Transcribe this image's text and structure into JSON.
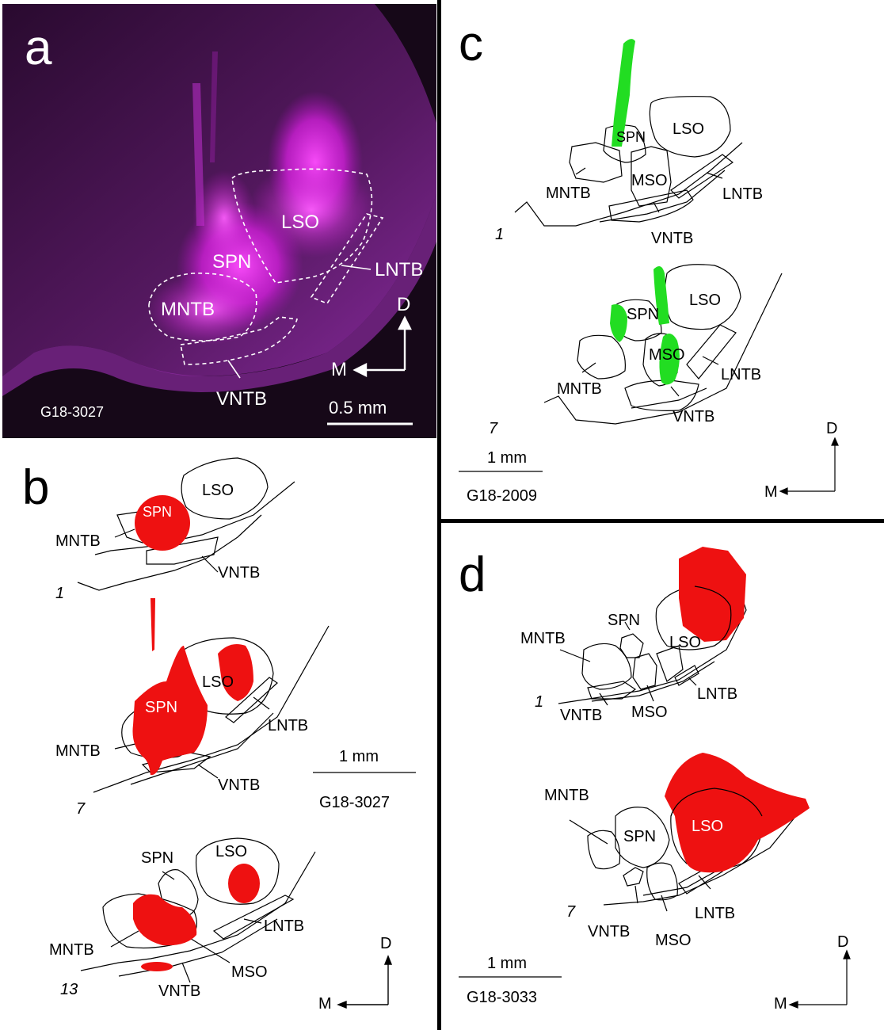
{
  "panels": {
    "a": {
      "letter": "a",
      "specimen": "G18-3027",
      "scale": "0.5 mm",
      "labels": {
        "lso": "LSO",
        "spn": "SPN",
        "mntb": "MNTB",
        "lntb": "LNTB",
        "vntb": "VNTB"
      },
      "orient": {
        "d": "D",
        "m": "M"
      }
    },
    "b": {
      "letter": "b",
      "specimen": "G18-3027",
      "scale": "1 mm",
      "sections": [
        {
          "num": "1",
          "labels": {
            "lso": "LSO",
            "spn": "SPN",
            "mntb": "MNTB",
            "vntb": "VNTB"
          }
        },
        {
          "num": "7",
          "labels": {
            "lso": "LSO",
            "spn": "SPN",
            "mntb": "MNTB",
            "lntb": "LNTB",
            "vntb": "VNTB"
          }
        },
        {
          "num": "13",
          "labels": {
            "lso": "LSO",
            "spn": "SPN",
            "mntb": "MNTB",
            "lntb": "LNTB",
            "vntb": "VNTB",
            "mso": "MSO"
          }
        }
      ],
      "orient": {
        "d": "D",
        "m": "M"
      }
    },
    "c": {
      "letter": "c",
      "specimen": "G18-2009",
      "scale": "1 mm",
      "sections": [
        {
          "num": "1",
          "labels": {
            "lso": "LSO",
            "spn": "SPN",
            "mntb": "MNTB",
            "mso": "MSO",
            "lntb": "LNTB",
            "vntb": "VNTB"
          }
        },
        {
          "num": "7",
          "labels": {
            "lso": "LSO",
            "spn": "SPN",
            "mntb": "MNTB",
            "mso": "MSO",
            "lntb": "LNTB",
            "vntb": "VNTB"
          }
        }
      ],
      "orient": {
        "d": "D",
        "m": "M"
      }
    },
    "d": {
      "letter": "d",
      "specimen": "G18-3033",
      "scale": "1 mm",
      "sections": [
        {
          "num": "1",
          "labels": {
            "spn": "SPN",
            "lso": "LSO",
            "mntb": "MNTB",
            "lntb": "LNTB",
            "vntb": "VNTB",
            "mso": "MSO"
          }
        },
        {
          "num": "7",
          "labels": {
            "mntb": "MNTB",
            "spn": "SPN",
            "lso": "LSO",
            "lntb": "LNTB",
            "vntb": "VNTB",
            "mso": "MSO"
          }
        }
      ],
      "orient": {
        "d": "D",
        "m": "M"
      }
    }
  },
  "colors": {
    "fluorescence": "#e020e8",
    "red_injection": "#ee1111",
    "green_injection": "#22dd22",
    "photo_bg": "#1a0a1e"
  }
}
